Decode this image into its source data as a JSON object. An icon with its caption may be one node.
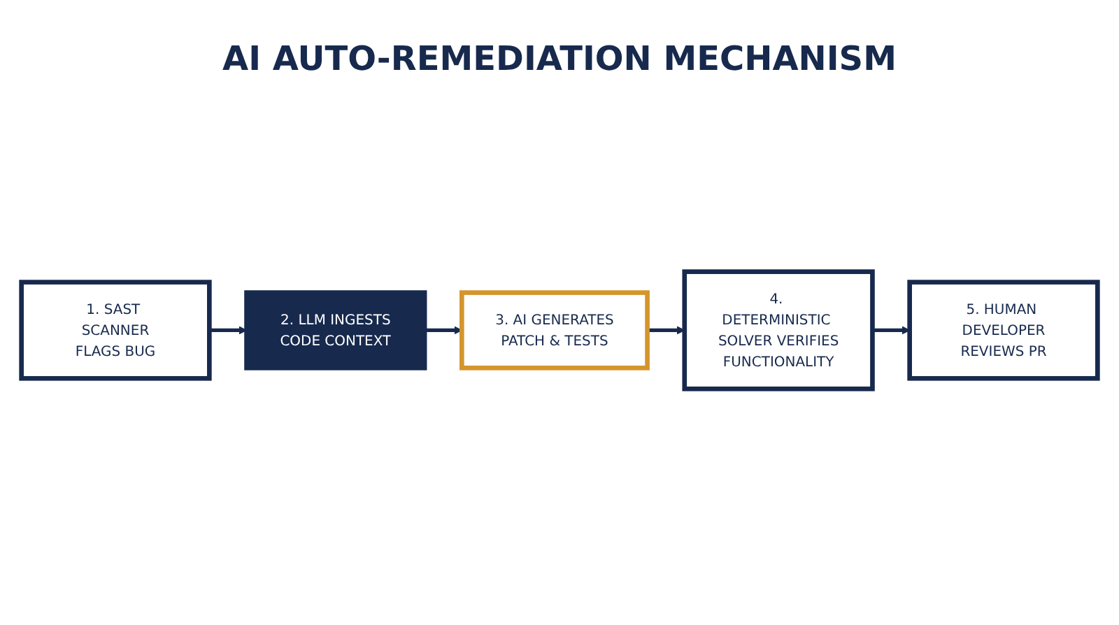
{
  "diagram": {
    "title": "AI AUTO-REMEDIATION MECHANISM",
    "nodes": [
      {
        "text": [
          "1. SAST SCANNER",
          "FLAGS BUG"
        ]
      },
      {
        "text": [
          "2. LLM INGESTS",
          "CODE CONTEXT"
        ]
      },
      {
        "text": [
          "3. AI GENERATES",
          "PATCH & TESTS"
        ]
      },
      {
        "text": [
          "4. DETERMINISTIC SOLVER VERIFIES",
          "FUNCTIONALITY"
        ]
      },
      {
        "text": [
          "5. HUMAN DEVELOPER",
          "REVIEWS PR"
        ]
      }
    ],
    "edges": [
      {
        "from": 0,
        "to": 1,
        "arrow": "to"
      },
      {
        "from": 1,
        "to": 2,
        "arrow": "to"
      },
      {
        "from": 2,
        "to": 3,
        "arrow": "to"
      },
      {
        "from": 3,
        "to": 4,
        "arrow": "to"
      }
    ]
  }
}
